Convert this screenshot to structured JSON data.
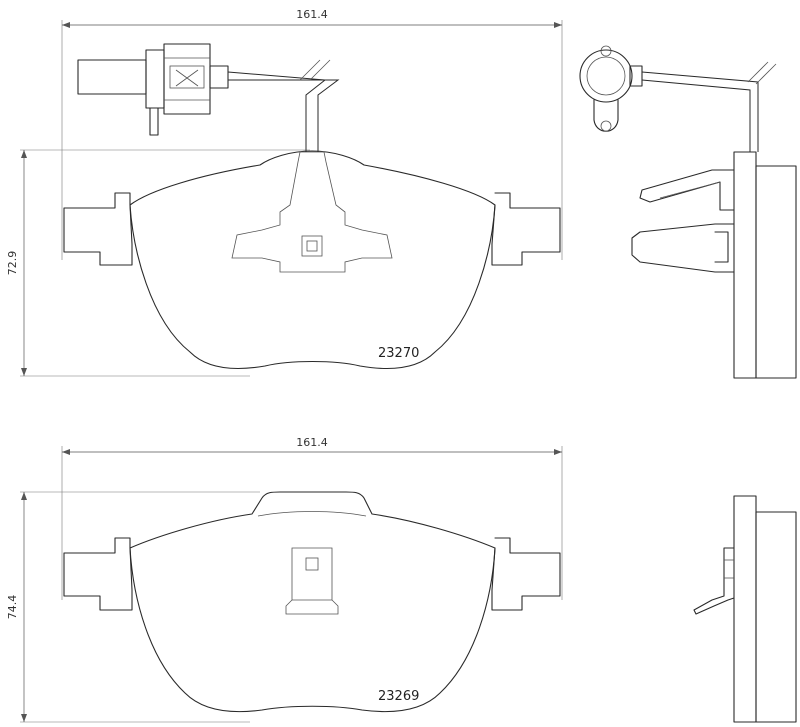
{
  "top_part": {
    "part_number": "23270",
    "width_label": "161.4",
    "height_label": "72.9"
  },
  "bottom_part": {
    "part_number": "23269",
    "width_label": "161.4",
    "height_label": "74.4"
  }
}
